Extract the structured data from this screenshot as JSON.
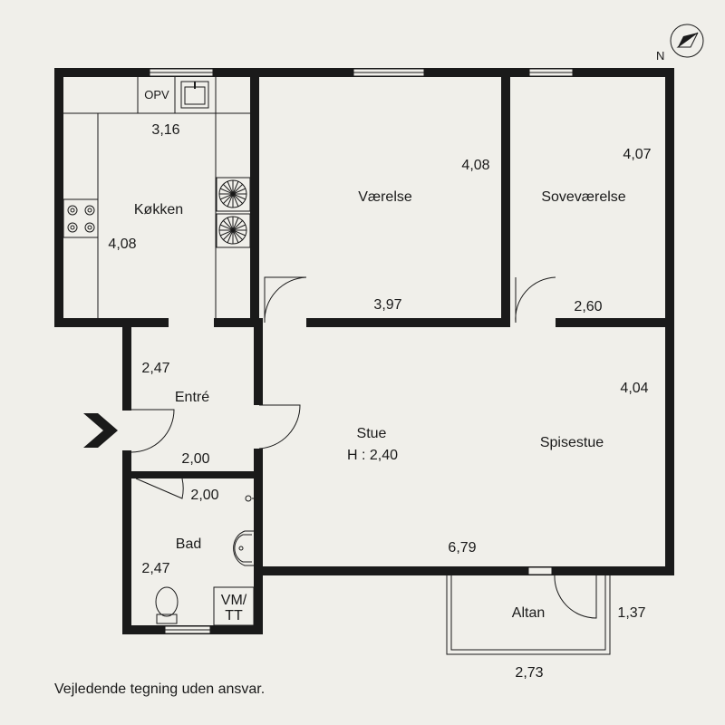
{
  "compass": {
    "north_label": "N"
  },
  "rooms": {
    "kitchen": {
      "name": "Køkken",
      "width": "3,16",
      "depth": "4,08"
    },
    "kitchen_fixture": {
      "name": "OPV"
    },
    "room": {
      "name": "Værelse",
      "width": "3,97",
      "depth": "4,08"
    },
    "bedroom": {
      "name": "Soveværelse",
      "width": "2,60",
      "depth": "4,07"
    },
    "entry": {
      "name": "Entré",
      "depth": "2,47",
      "width": "2,00"
    },
    "living": {
      "name": "Stue",
      "height": "H : 2,40",
      "width": "6,79"
    },
    "dining": {
      "name": "Spisestue",
      "depth": "4,04"
    },
    "bath": {
      "name": "Bad",
      "width": "2,00",
      "depth": "2,47"
    },
    "utility": {
      "line1": "VM/",
      "line2": "TT"
    },
    "balcony": {
      "name": "Altan",
      "width": "2,73",
      "depth": "1,37"
    }
  },
  "disclaimer": "Vejledende tegning uden ansvar."
}
